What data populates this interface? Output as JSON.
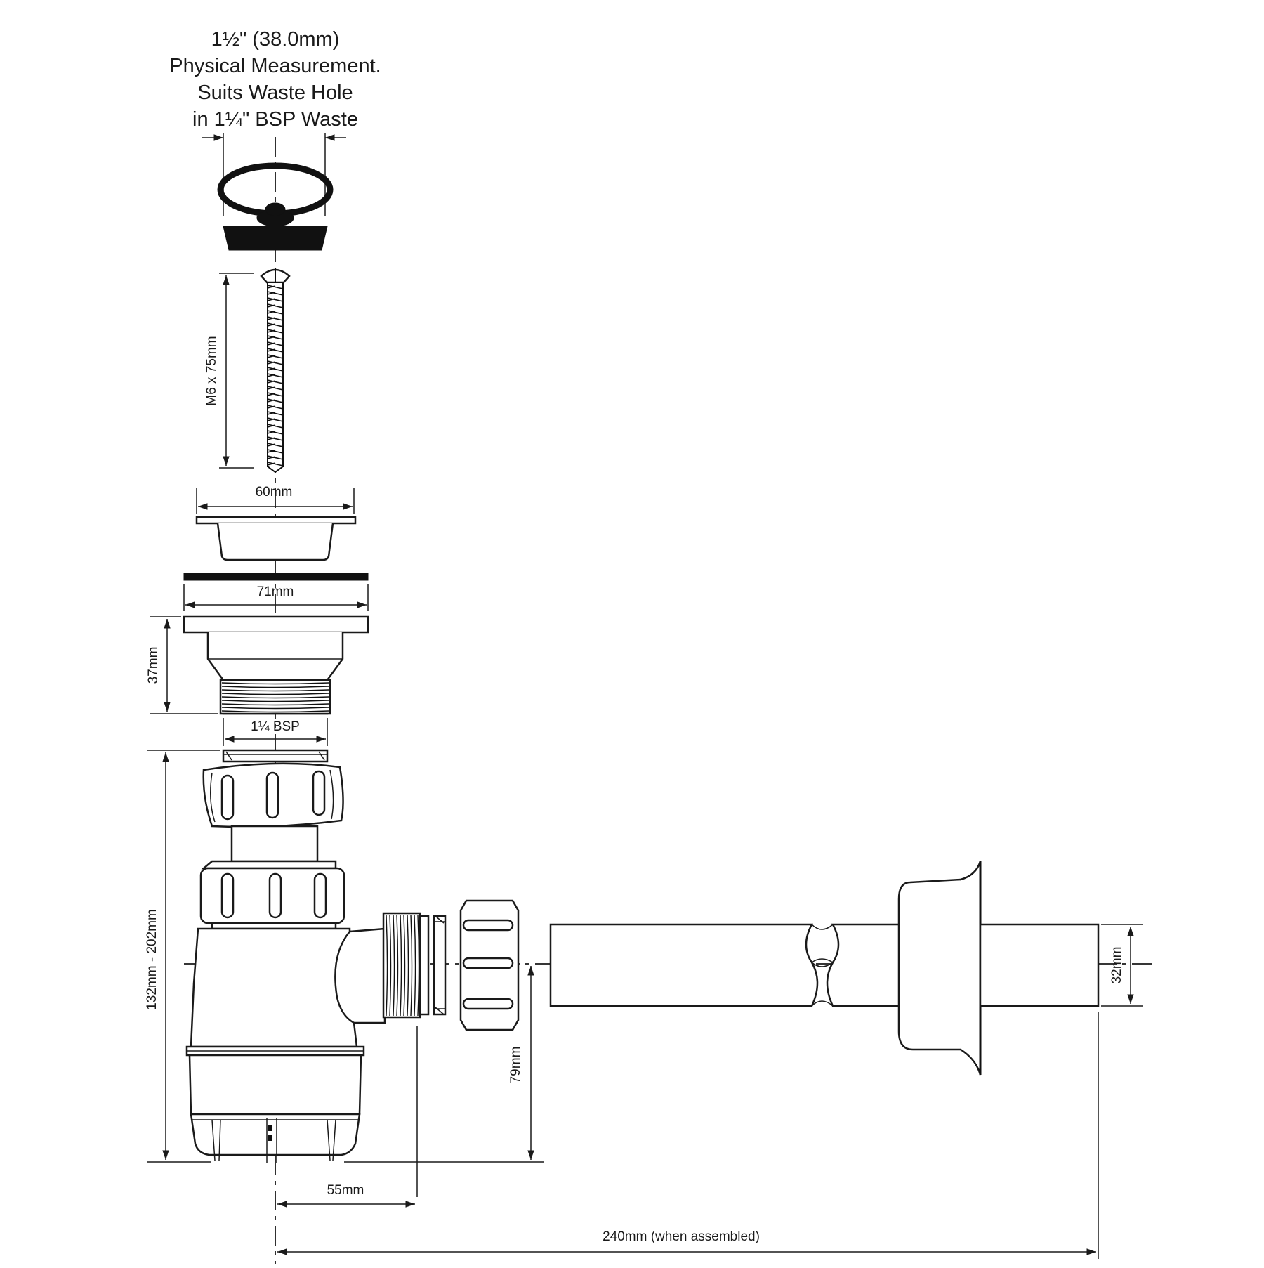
{
  "title_lines": [
    "1½\" (38.0mm)",
    "Physical Measurement.",
    "Suits Waste Hole",
    "in 1¼\" BSP Waste"
  ],
  "dimensions": {
    "screw": "M6 x 75mm",
    "strainer_width": "60mm",
    "flange_width": "71mm",
    "body_height": "37mm",
    "thread": "1¼ BSP",
    "trap_height": "132mm - 202mm",
    "outlet_height": "79mm",
    "outlet_offset": "55mm",
    "pipe_diameter": "32mm",
    "total_length": "240mm (when assembled)"
  }
}
